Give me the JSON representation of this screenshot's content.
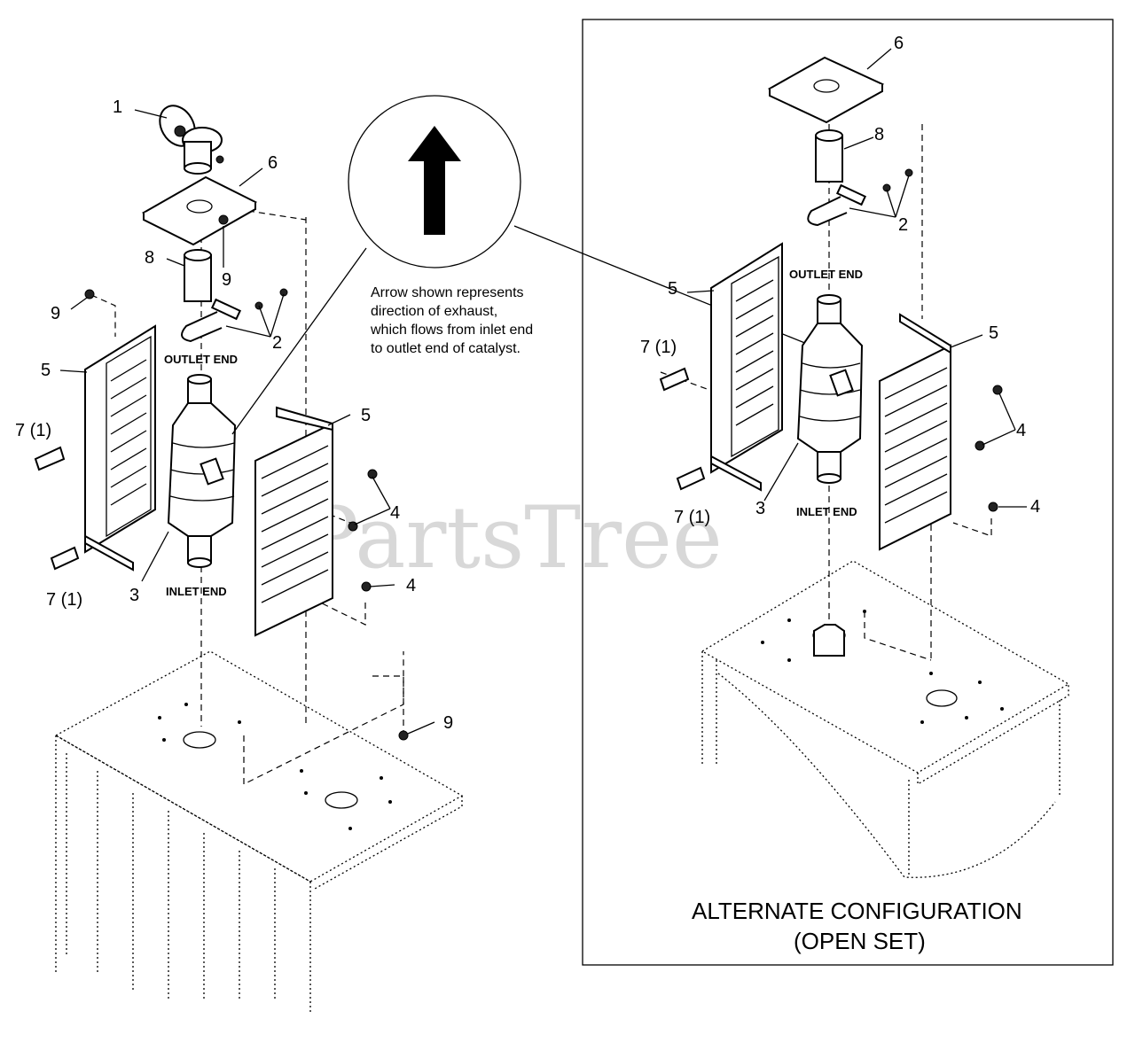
{
  "watermark": "PartsTree",
  "note": {
    "line1": "Arrow shown represents",
    "line2": "direction of exhaust,",
    "line3": "which flows from inlet end",
    "line4": "to outlet end of catalyst."
  },
  "tags": {
    "outlet_left": "OUTLET END",
    "inlet_left": "INLET END",
    "outlet_right": "OUTLET END",
    "inlet_right": "INLET END"
  },
  "alt_config": {
    "line1": "ALTERNATE CONFIGURATION",
    "line2": "(OPEN SET)"
  },
  "callouts": {
    "c1": "1",
    "c2": "2",
    "c3": "3",
    "c4": "4",
    "c5": "5",
    "c6": "6",
    "c7": "7 (1)",
    "c8": "8",
    "c9": "9"
  }
}
